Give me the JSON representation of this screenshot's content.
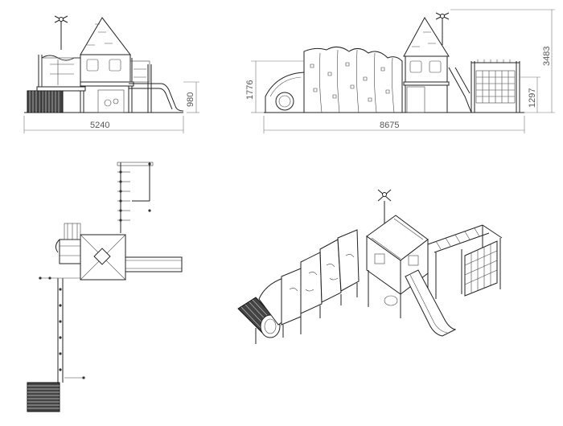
{
  "dimensions": {
    "front_width": "5240",
    "front_height": "980",
    "side_width": "8675",
    "side_height_left": "1776",
    "side_height_total": "3483",
    "side_height_right": "1297"
  }
}
